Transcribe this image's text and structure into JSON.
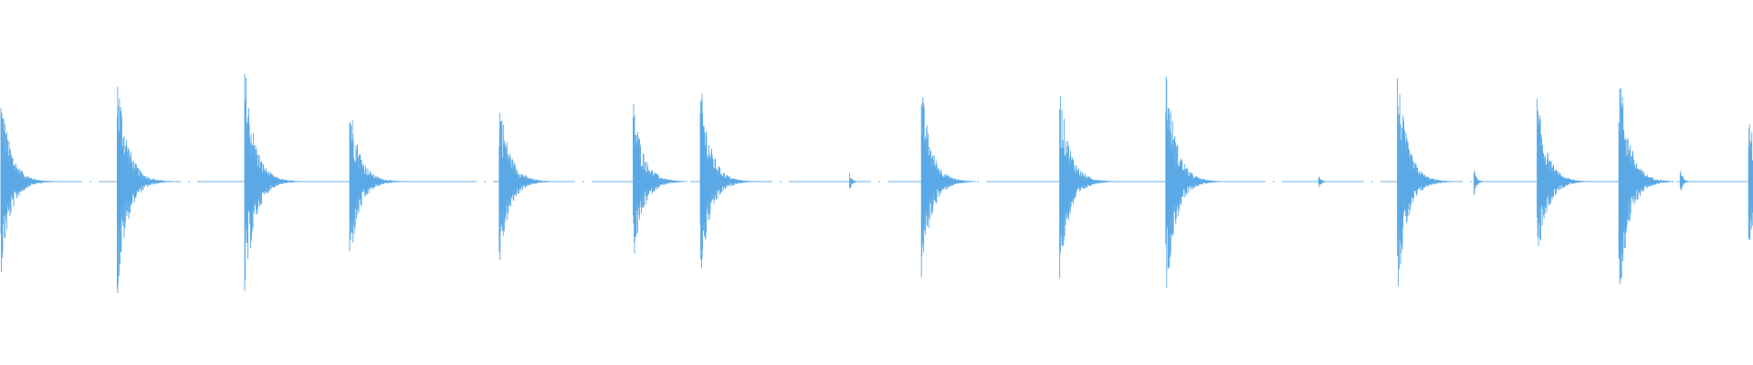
{
  "waveform": {
    "color": "#5aa9e6",
    "background": "#ffffff",
    "hits": [
      {
        "t": 0.0005,
        "amp": 0.52
      },
      {
        "t": 0.0669,
        "amp": 0.66
      },
      {
        "t": 0.1396,
        "amp": 0.68
      },
      {
        "t": 0.1995,
        "amp": 0.48
      },
      {
        "t": 0.2848,
        "amp": 0.5
      },
      {
        "t": 0.3612,
        "amp": 0.47
      },
      {
        "t": 0.3995,
        "amp": 0.58
      },
      {
        "t": 0.5256,
        "amp": 0.55
      },
      {
        "t": 0.6045,
        "amp": 0.55
      },
      {
        "t": 0.665,
        "amp": 0.68
      },
      {
        "t": 0.7972,
        "amp": 0.64
      },
      {
        "t": 0.8769,
        "amp": 0.48
      },
      {
        "t": 0.9235,
        "amp": 0.7
      },
      {
        "t": 0.9975,
        "amp": 0.38
      }
    ],
    "blips": [
      {
        "t": 0.4847,
        "amp": 0.05
      },
      {
        "t": 0.7523,
        "amp": 0.04
      },
      {
        "t": 0.8409,
        "amp": 0.08
      },
      {
        "t": 0.9585,
        "amp": 0.08
      }
    ]
  }
}
